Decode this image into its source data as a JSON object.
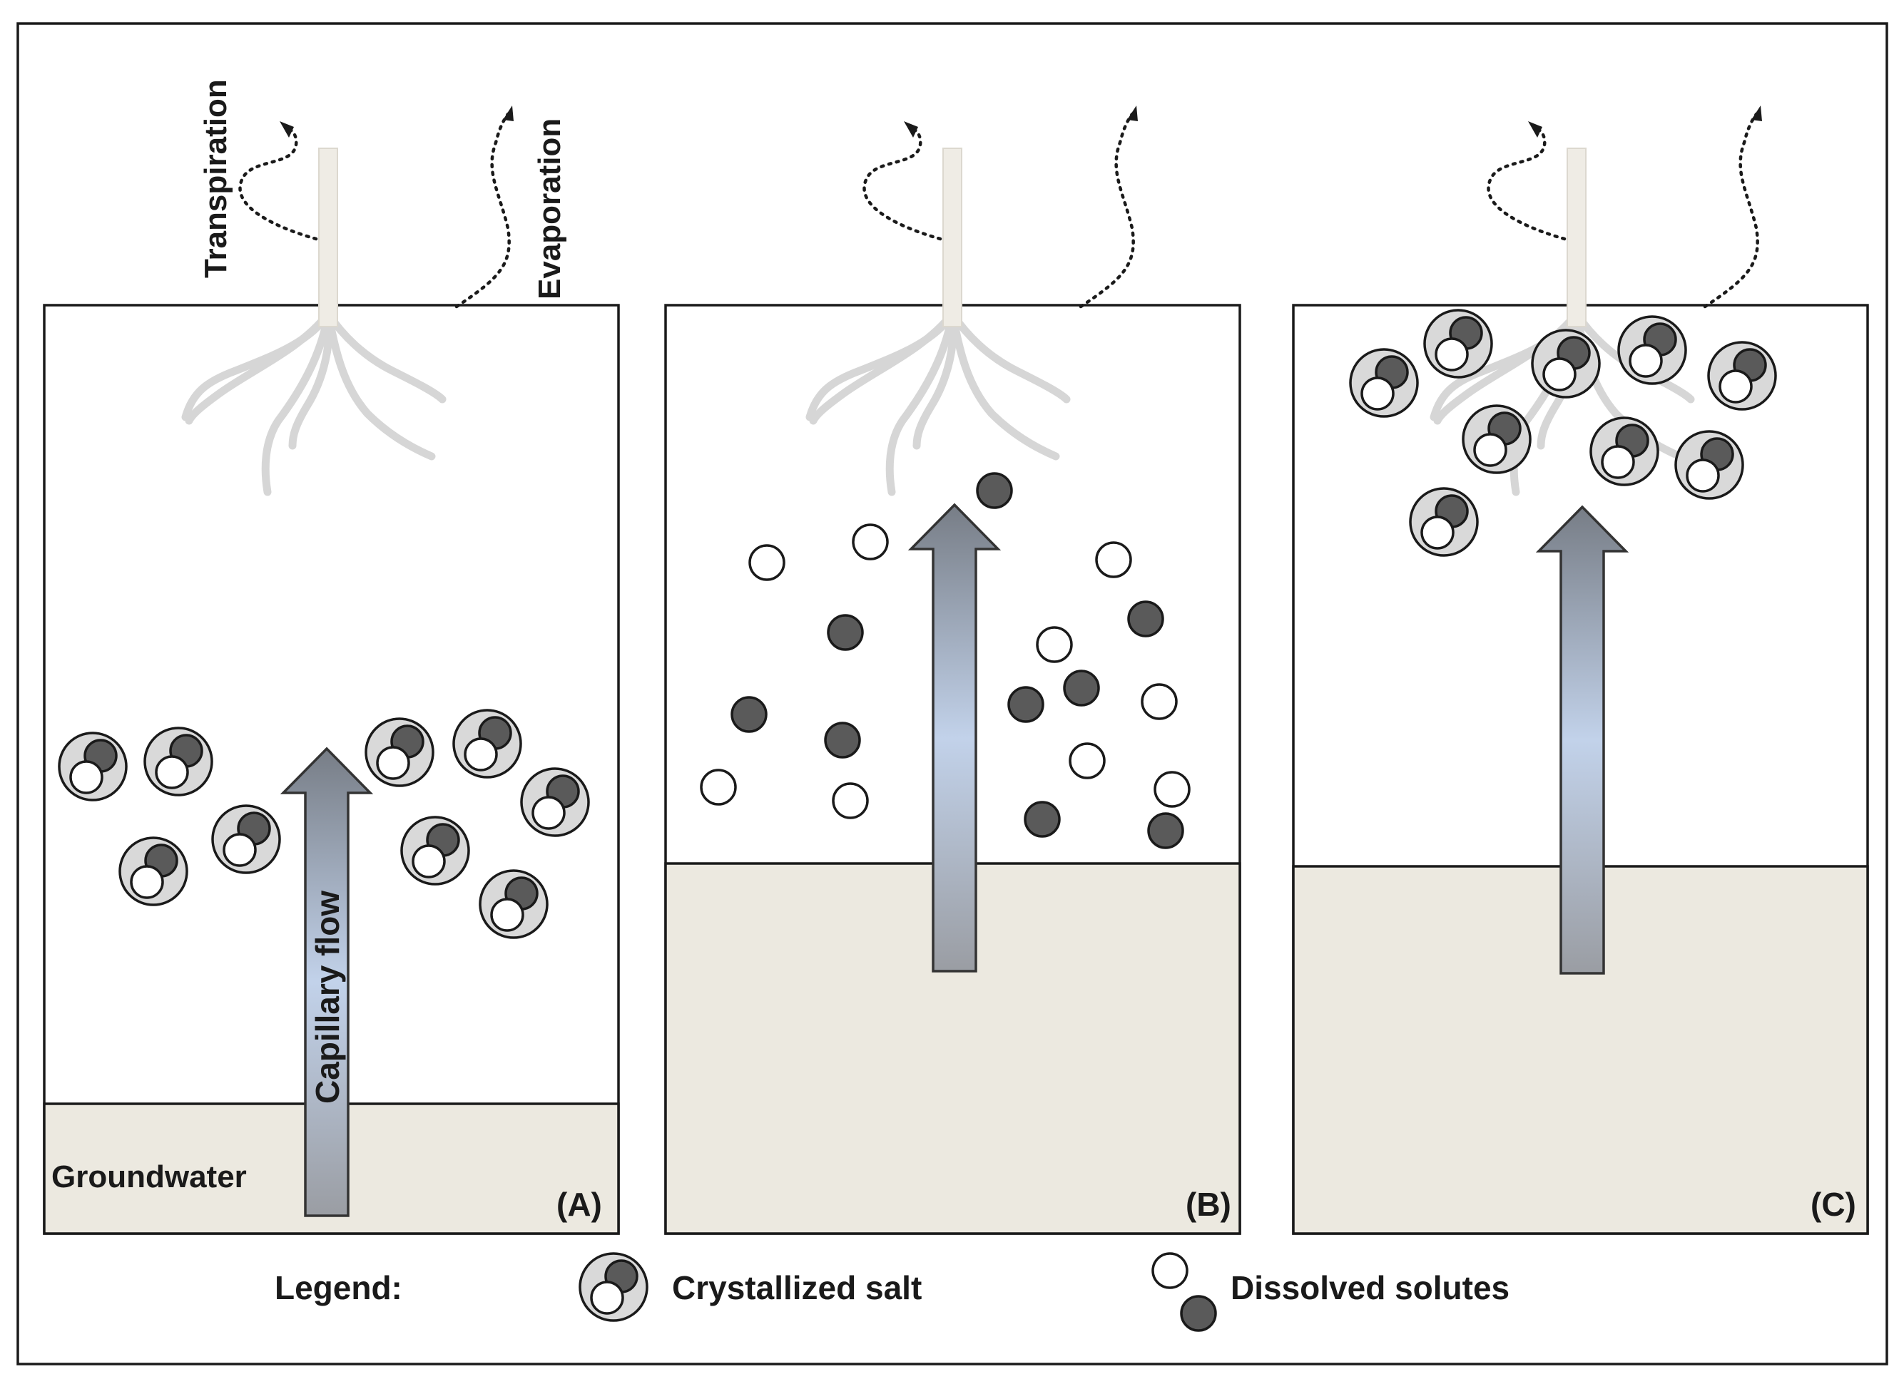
{
  "labels": {
    "transpiration": "Transpiration",
    "evaporation": "Evaporation",
    "capillary_flow": "Capillary flow",
    "groundwater": "Groundwater"
  },
  "panels": [
    {
      "id": "A",
      "label": "(A)"
    },
    {
      "id": "B",
      "label": "(B)"
    },
    {
      "id": "C",
      "label": "(C)"
    }
  ],
  "legend": {
    "title": "Legend:",
    "crystallized_salt": "Crystallized salt",
    "dissolved_solutes": "Dissolved solutes"
  },
  "colors": {
    "groundwater_fill": "#ece9e0",
    "root": "#d6d6d6",
    "crystal_shell": "#d9d9d9",
    "dark_solute": "#5a5a5a",
    "arrow_dark": "#777d86",
    "arrow_light": "#c2d2ea"
  }
}
